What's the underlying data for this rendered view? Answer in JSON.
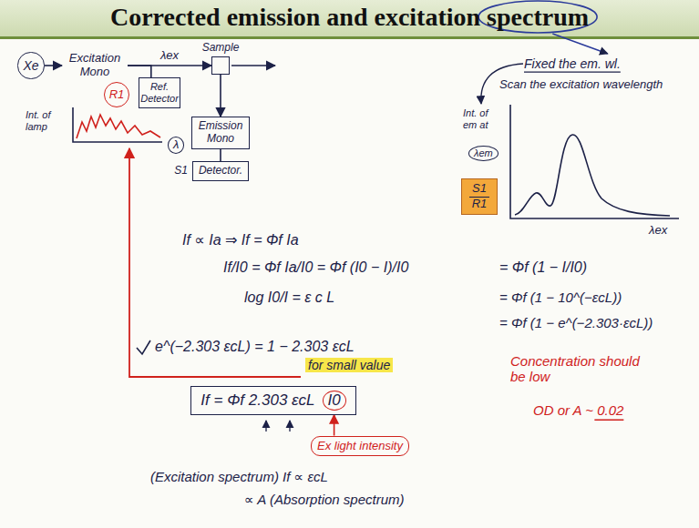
{
  "diagram": {
    "title": "Corrected emission and excitation spectrum",
    "nodes": [
      {
        "text": [
          "Xe"
        ]
      },
      {
        "text": [
          "Excitation Mono"
        ]
      },
      {
        "text": [
          "Sample"
        ]
      },
      {
        "text": [
          "Ref. Detector"
        ]
      },
      {
        "text": [
          "R1"
        ]
      },
      {
        "text": [
          "Emission Mono"
        ]
      },
      {
        "text": [
          "S1",
          "Detector."
        ]
      },
      {
        "text": [
          "S1",
          "R1"
        ]
      },
      {
        "text": [
          "If = Φf 2.303 εcL",
          "I0"
        ]
      },
      {
        "text": [
          "Ex light intensity"
        ]
      }
    ],
    "edges": [
      {
        "from": 0,
        "to": 1,
        "arrow": "to"
      },
      {
        "from": 1,
        "to": 2,
        "label": "λex",
        "arrow": "to"
      },
      {
        "from": 2,
        "to": 5,
        "arrow": "to"
      },
      {
        "from": 5,
        "to": 6,
        "arrow": "none"
      },
      {
        "from": 1,
        "to": 3,
        "arrow": "none"
      },
      {
        "from": 9,
        "to": 8,
        "arrow": "to"
      }
    ],
    "labels": [
      "Int. of lamp",
      "λ",
      "Fixed the em. wl.",
      "Scan the excitation wavelength",
      "Int. of em at",
      "λem",
      "λex",
      "If ∝ Ia ⇒ If = Φf Ia",
      "If/I0 = Φf Ia/I0 = Φf (I0 − I)/I0",
      "= Φf (1 − I/I0)",
      "log I0/I = ε c L",
      "= Φf (1 − 10^(−εcL))",
      "= Φf (1 − e^(−2.303·εcL))",
      "e^(−2.303 εcL) = 1 − 2.303 εcL",
      "for small value",
      "Concentration should be low",
      "OD or A ~ 0.02",
      "(Excitation spectrum) If ∝ εcL",
      "∝ A (Absorption spectrum)"
    ]
  }
}
